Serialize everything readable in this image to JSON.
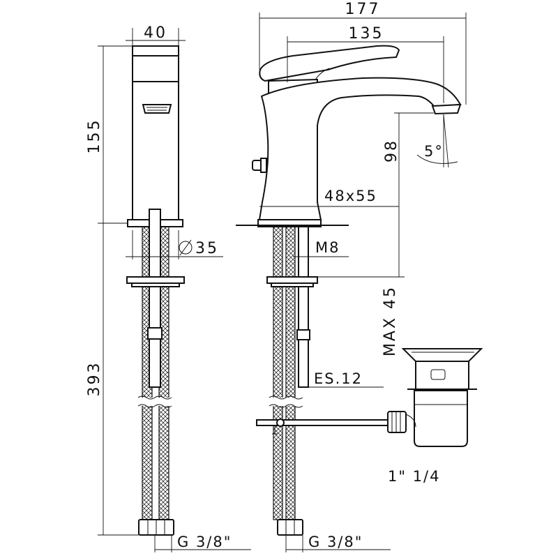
{
  "dimensions": {
    "total_length": "177",
    "spout_reach": "135",
    "body_width": "40",
    "body_height": "155",
    "hose_length": "393",
    "diameter": "35",
    "thread_m": "M8",
    "spout_height": "98",
    "spray_angle": "5°",
    "base_size": "48x55",
    "max_thickness": "MAX 45",
    "es": "ES.12",
    "hose_connection_left": "G 3/8\"",
    "hose_connection_right": "G 3/8\"",
    "drain_size": "1\" 1/4"
  }
}
